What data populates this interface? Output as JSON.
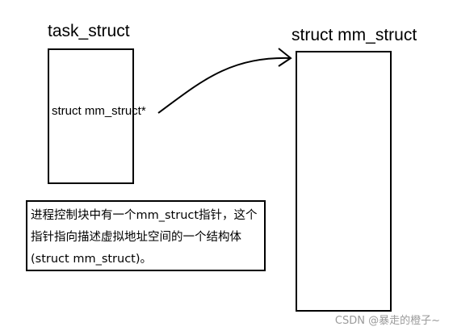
{
  "left_box": {
    "title": "task_struct",
    "field_label": "struct mm_struct*"
  },
  "right_box": {
    "title": "struct mm_struct"
  },
  "note": {
    "text": "进程控制块中有一个mm_struct指针，这个指针指向描述虚拟地址空间的一个结构体(struct mm_struct)。"
  },
  "watermark": {
    "text": "CSDN @暴走的橙子~"
  },
  "colors": {
    "stroke": "#000000",
    "background": "#ffffff",
    "watermark": "#9a9a9a"
  }
}
